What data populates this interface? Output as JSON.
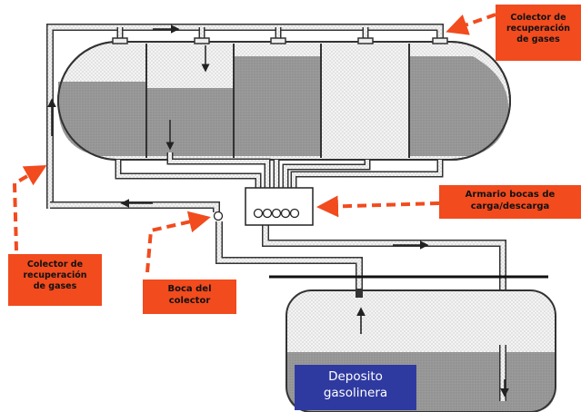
{
  "labels": {
    "collector_top": "Colector de\nrecuperación\nde gases",
    "armario": "Armario bocas de\ncarga/descarga",
    "collector_left": "Colector de\nrecuperación\nde gases",
    "boca_colector": "Boca del\ncolector",
    "deposit": "Deposito\ngasolinera"
  },
  "colors": {
    "callout": "#f14b1e",
    "deposit_box": "#2f3aa0",
    "liquid": "#9a9a9a",
    "pipe_fill": "#d9d9d9",
    "outline": "#333333"
  }
}
